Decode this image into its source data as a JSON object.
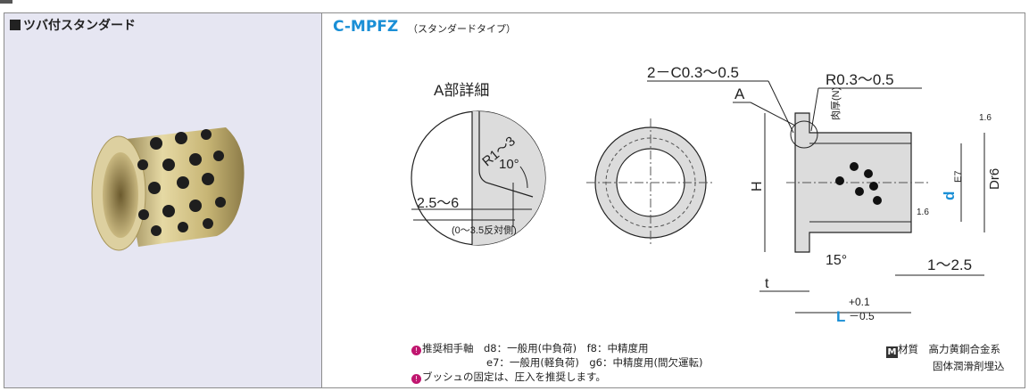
{
  "product_heading": "ツバ付スタンダード",
  "part_code": "C-MPFZ",
  "part_type": "（スタンダードタイプ）",
  "detail": {
    "title": "A部詳細",
    "radius": "R1～3",
    "angle": "10°",
    "length": "2.5～6",
    "note": "(0～3.5反対側)"
  },
  "side": {
    "chamfer": "2－C0.3～0.5",
    "radius": "R0.3～0.5",
    "detail_ref": "A",
    "wall": "肉厚(N)",
    "height": "H",
    "inner_d": "d",
    "inner_tol": "E7",
    "outer_d": "Dr6",
    "rough_top": "1.6",
    "rough_inner": "1.6",
    "angle": "15°",
    "flange_t": "t",
    "length": "L",
    "tol_plus": "+0.1",
    "tol_minus": "－0.5",
    "range": "1～2.5"
  },
  "notes": {
    "shaft_label": "推奨相手軸",
    "line1": "d8：一般用(中負荷)　f8：中精度用",
    "line2": "e7：一般用(軽負荷)　g6：中精度用(間欠運転)",
    "line3": "ブッシュの固定は、圧入を推奨します。"
  },
  "material": {
    "label": "材質",
    "value1": "高力黄銅合金系",
    "value2": "固体潤滑剤埋込"
  },
  "colors": {
    "accent": "#1a8fd6",
    "panel": "#e6e6f2",
    "note_icon": "#c0166f"
  }
}
